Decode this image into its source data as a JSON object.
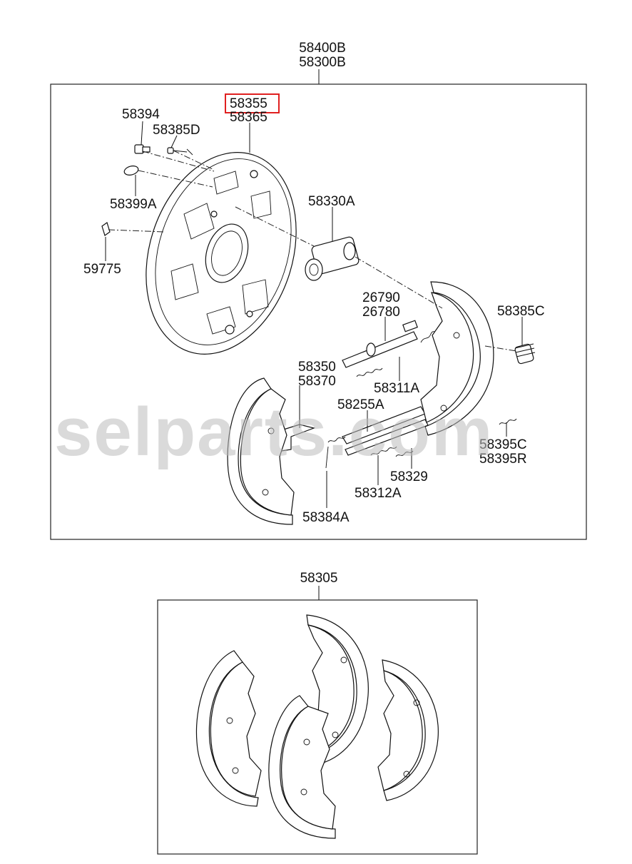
{
  "watermark": "selparts.com",
  "assembly_top": {
    "line1": "58400B",
    "line2": "58300B"
  },
  "assembly_bottom": {
    "label": "58305"
  },
  "highlight_color": "#e02020",
  "labels": {
    "p58355": "58355",
    "p58365": "58365",
    "p58394": "58394",
    "p58385D": "58385D",
    "p58399A": "58399A",
    "p59775": "59775",
    "p58330A": "58330A",
    "p26790": "26790",
    "p26780": "26780",
    "p58385C": "58385C",
    "p58350": "58350",
    "p58370": "58370",
    "p58311A": "58311A",
    "p58255A": "58255A",
    "p58395C": "58395C",
    "p58395R": "58395R",
    "p58329": "58329",
    "p58312A": "58312A",
    "p58384A": "58384A"
  }
}
